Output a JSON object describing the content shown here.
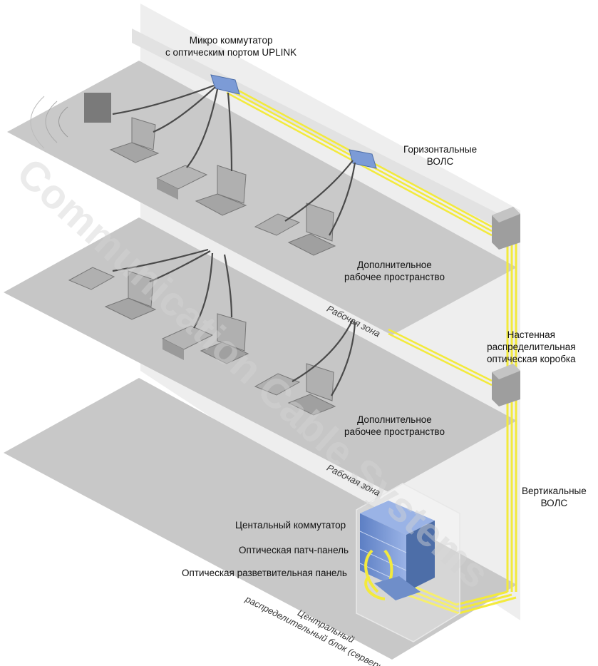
{
  "labels": {
    "micro_switch": [
      "Микро коммутатор",
      "с оптическим портом UPLINK"
    ],
    "horizontal_fiber": [
      "Горизонтальные",
      "ВОЛС"
    ],
    "extra_workspace_1": [
      "Дополнительное",
      "рабочее пространство"
    ],
    "wall_box": [
      "Настенная",
      "распределительная",
      "оптическая коробка"
    ],
    "extra_workspace_2": [
      "Дополнительное",
      "рабочее пространство"
    ],
    "vertical_fiber": [
      "Вертикальные",
      "ВОЛС"
    ],
    "central_switch": "Центальный коммутатор",
    "patch_panel": "Оптическая патч-панель",
    "splitter_panel": "Оптическая разветвительная панель",
    "work_zone_1": "Рабочая зона",
    "work_zone_2": "Рабочая зона",
    "central_block": [
      "Центральный",
      "распределительный блок (серверная)"
    ]
  },
  "watermark": "Communication Cable Systems",
  "colors": {
    "fiber": "#f3ea3c",
    "floor": "#c9c9c9",
    "wall": "#eeeeee",
    "device": "#9a9a9a",
    "switch_blue": "#7c9bd6",
    "cable": "#4a4a4a"
  }
}
